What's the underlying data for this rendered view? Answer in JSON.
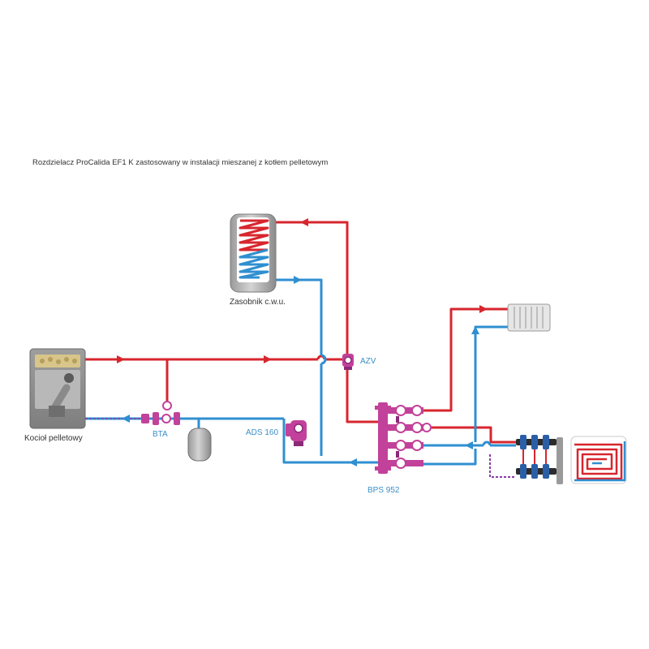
{
  "title": "Rozdzielacz ProCalida EF1 K zastosowany w instalacji mieszanej z kotłem pelletowym",
  "labels": {
    "boiler": "Kocioł pelletowy",
    "tank": "Zasobnik c.w.u.",
    "bta": "BTA",
    "ads": "ADS 160",
    "azv": "AZV",
    "bps": "BPS 952"
  },
  "colors": {
    "supply": "#d7262e",
    "return": "#2f8fd0",
    "fitting": "#c2419a",
    "body": "#c8c8c8",
    "label_blue": "#3a8fc6",
    "text": "#333333"
  }
}
